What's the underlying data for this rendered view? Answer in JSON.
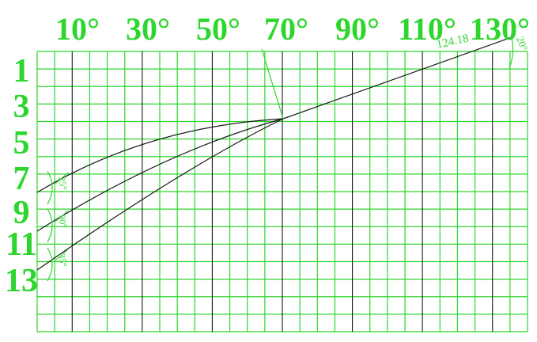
{
  "colors": {
    "grid": "#2cd62c",
    "grid_major": "#1a1a1a",
    "curve": "#1a1a1a",
    "label": "#2cd62c",
    "background": "#ffffff"
  },
  "column_labels": [
    "10°",
    "30°",
    "50°",
    "70°",
    "90°",
    "110°",
    "130°"
  ],
  "row_labels": [
    "1",
    "3",
    "5",
    "7",
    "9",
    "11",
    "13"
  ],
  "annotations": {
    "top_dimension": "124.18",
    "top_right_angle": "20°",
    "left_angle_1": "25°",
    "left_angle_2": "30°",
    "left_angle_3": "35°"
  }
}
